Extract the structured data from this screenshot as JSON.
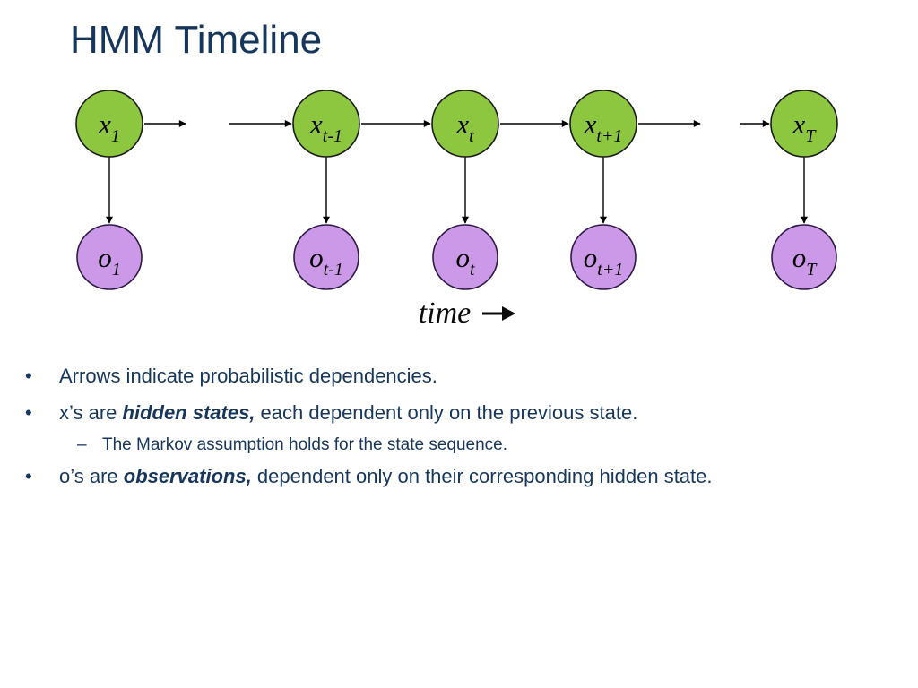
{
  "slide": {
    "title": "HMM Timeline",
    "title_color": "#17365D",
    "body_text_color": "#17365D",
    "background": "#FFFFFF"
  },
  "diagram": {
    "colors": {
      "state_fill": "#8DC63F",
      "state_stroke": "#1A1A1A",
      "obs_fill": "#CC99E8",
      "obs_stroke": "#2E1A47",
      "arrow": "#000000"
    },
    "columns": [
      {
        "state_main": "x",
        "state_sub": "1",
        "obs_main": "o",
        "obs_sub": "1"
      },
      {
        "state_main": "x",
        "state_sub": "t-1",
        "obs_main": "o",
        "obs_sub": "t-1"
      },
      {
        "state_main": "x",
        "state_sub": "t",
        "obs_main": "o",
        "obs_sub": "t"
      },
      {
        "state_main": "x",
        "state_sub": "t+1",
        "obs_main": "o",
        "obs_sub": "t+1"
      },
      {
        "state_main": "x",
        "state_sub": "T",
        "obs_main": "o",
        "obs_sub": "T"
      }
    ],
    "edges": {
      "horizontal": [
        "x1 → (timeline gap)",
        "(timeline gap) → xt-1",
        "xt-1 → xt",
        "xt → xt+1",
        "xt+1 → (timeline gap)",
        "(timeline gap) → xT"
      ],
      "vertical": [
        "x1 → o1",
        "xt-1 → ot-1",
        "xt → ot",
        "xt+1 → ot+1",
        "xT → oT"
      ]
    },
    "time_label": "time",
    "time_arrow_icon": "right-arrow-icon"
  },
  "bullets": {
    "items": [
      {
        "marker": "•",
        "segments": [
          {
            "text": "Arrows indicate probabilistic dependencies."
          }
        ]
      },
      {
        "marker": "•",
        "segments": [
          {
            "text": "x’s are "
          },
          {
            "text": "hidden states,",
            "emphasis": true
          },
          {
            "text": " each dependent only on the previous state."
          }
        ]
      },
      {
        "marker": "–",
        "level": 2,
        "segments": [
          {
            "text": "The Markov assumption holds for the state sequence."
          }
        ]
      },
      {
        "marker": "•",
        "segments": [
          {
            "text": "o’s are "
          },
          {
            "text": "observations,",
            "emphasis": true
          },
          {
            "text": " dependent only on their corresponding hidden state."
          }
        ]
      }
    ]
  }
}
